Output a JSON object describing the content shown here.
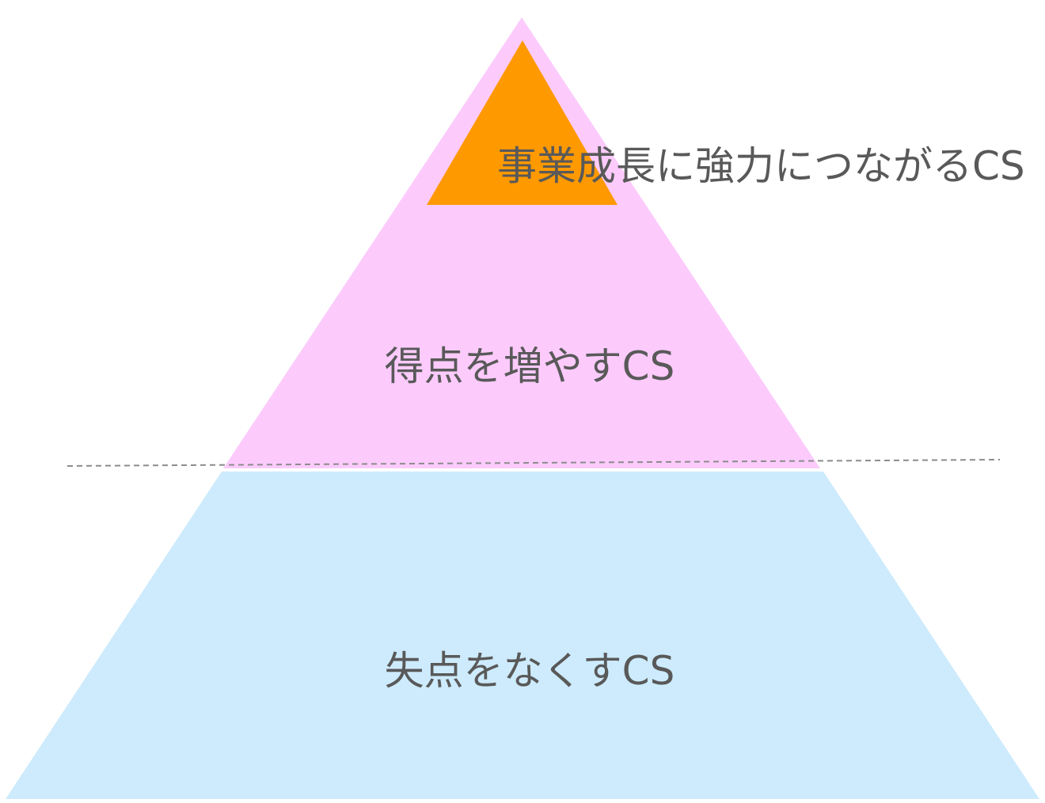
{
  "pyramid": {
    "tiers": [
      {
        "label": "事業成長に強力につながるCS",
        "color": "#ff9900"
      },
      {
        "label": "得点を増やすCS",
        "color": "#fccbfc"
      },
      {
        "label": "失点をなくすCS",
        "color": "#cdebfd"
      }
    ],
    "divider_color": "#8c8c8c",
    "text_color": "#595959"
  }
}
